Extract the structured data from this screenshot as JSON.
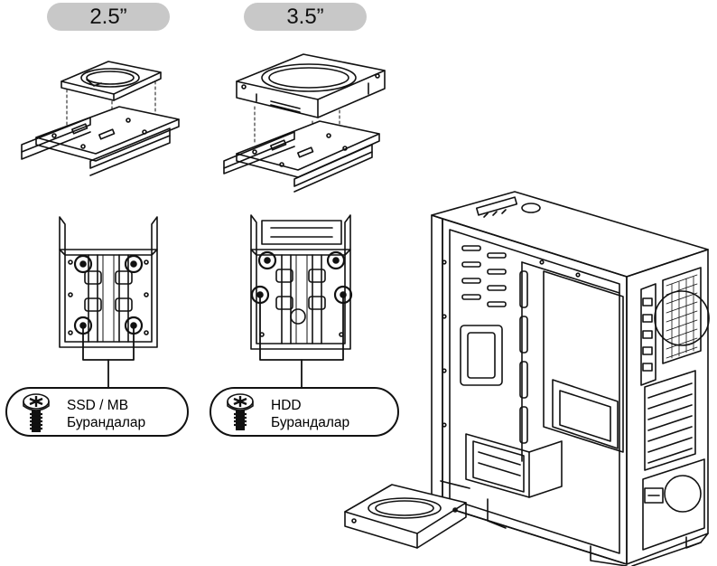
{
  "labels": {
    "size_small": "2.5”",
    "size_large": "3.5”"
  },
  "callouts": {
    "ssd": {
      "line1": "SSD / MB",
      "line2": "Бурандалар"
    },
    "hdd": {
      "line1": "HDD",
      "line2": "Бурандалар"
    }
  },
  "colors": {
    "pill": "#c8c8c8",
    "ink": "#111111"
  }
}
